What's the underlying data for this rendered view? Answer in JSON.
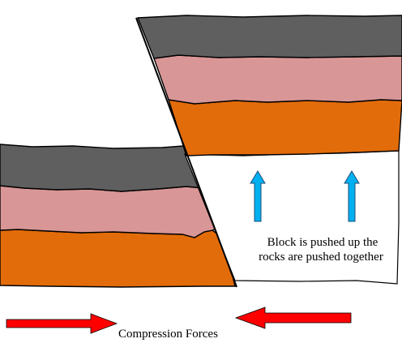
{
  "title": "",
  "colors": {
    "background": "#ffffff",
    "outline": "#000000",
    "rock_layer_top": "#5f5f5f",
    "rock_layer_middle": "#d99696",
    "rock_layer_bottom": "#e36c0a",
    "uplift_arrow": "#00b0f0",
    "compression_arrow": "#ff0000"
  },
  "labels": {
    "uplift_line_1": "Block is pushed up the",
    "uplift_line_2": "rocks are pushed together",
    "compression": "Compression Forces"
  },
  "layers": [
    {
      "name": "top layer",
      "color_key": "rock_layer_top"
    },
    {
      "name": "middle layer",
      "color_key": "rock_layer_middle"
    },
    {
      "name": "bottom layer",
      "color_key": "rock_layer_bottom"
    }
  ],
  "arrows": {
    "uplift_icon": "up-arrow-icon",
    "compression_icon": "horizontal-arrow-icon"
  }
}
